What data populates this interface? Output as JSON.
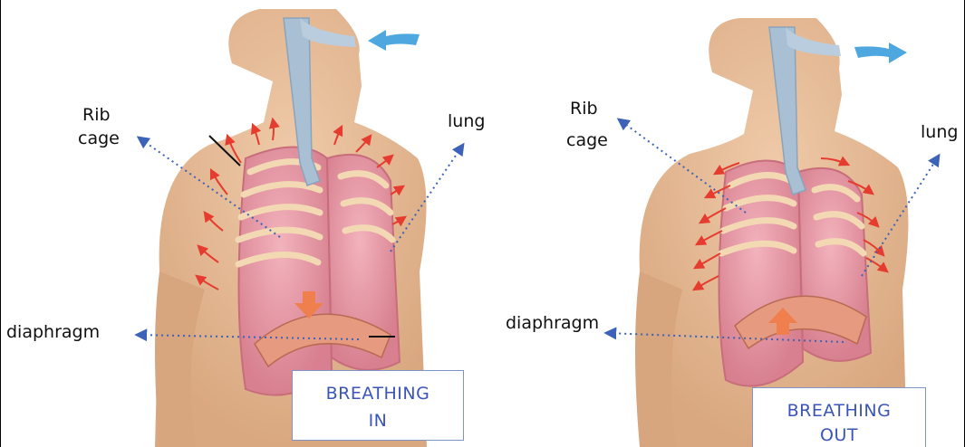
{
  "panels": {
    "inhale": {
      "label_rib": "Rib",
      "label_cage": "cage",
      "label_lung": "lung",
      "label_diaphragm": "diaphragm",
      "box_line1": "BREATHING",
      "box_line2": "IN"
    },
    "exhale": {
      "label_rib": "Rib",
      "label_cage": "cage",
      "label_lung": "lung",
      "label_diaphragm": "diaphragm",
      "box_line1": "BREATHING",
      "box_line2": "OUT"
    }
  },
  "colors": {
    "skin": "#e3b996",
    "lung": "#e79aa8",
    "trachea": "#a9bfd3",
    "rib": "#f3d9b3",
    "air_arrow": "#4ea8df",
    "movement_arrow": "#e53c2f",
    "diaphragm_arrow": "#f07f4e",
    "pointer_line": "#3c63b8",
    "box_text": "#3b55b8"
  }
}
